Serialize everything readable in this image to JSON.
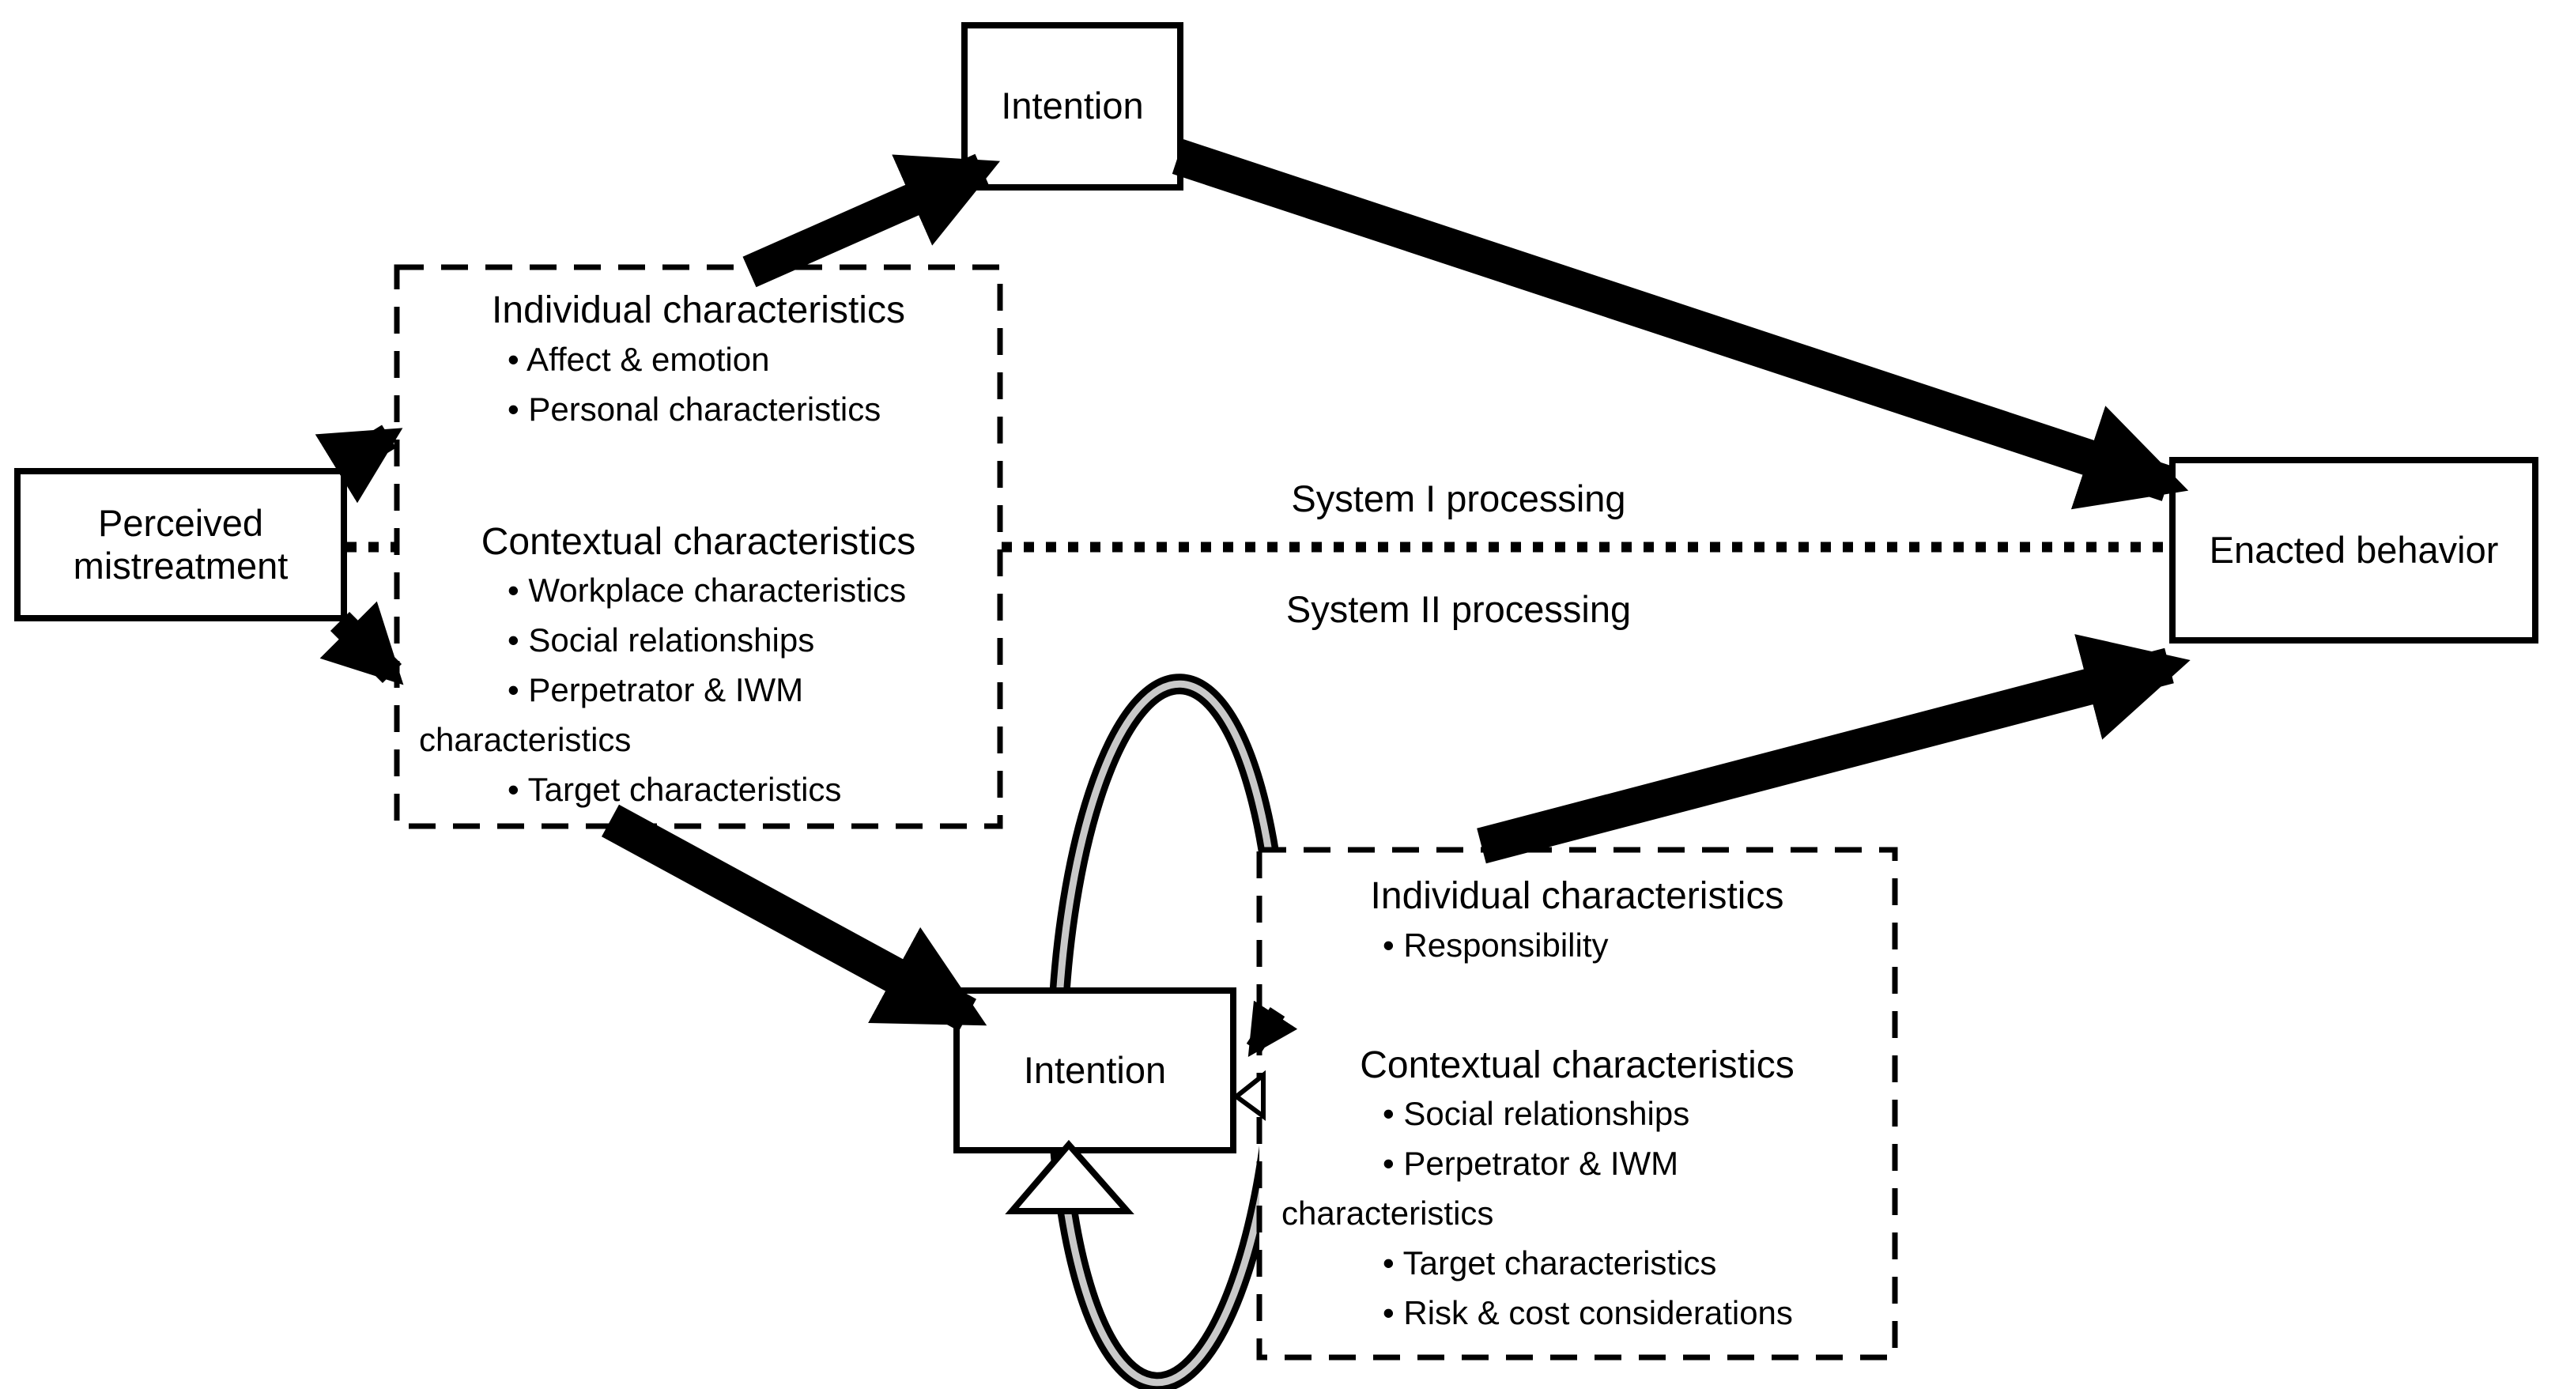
{
  "diagram": {
    "title_semantic": "Dual-process model of responses to perceived mistreatment",
    "colors": {
      "line": "#000000",
      "background": "#ffffff",
      "loop_core": "#c9c9c9"
    },
    "perceived": {
      "label": "Perceived mistreatment"
    },
    "top_intention": {
      "label": "Intention"
    },
    "bottom_intention": {
      "label": "Intention"
    },
    "enacted": {
      "label": "Enacted behavior"
    },
    "divider": {
      "top_label": "System I processing",
      "bottom_label": "System II processing"
    },
    "upper_box": {
      "heading1": "Individual characteristics",
      "bullets1": [
        "• Affect & emotion",
        "• Personal characteristics"
      ],
      "heading2": "Contextual characteristics",
      "bullets2": [
        "• Workplace characteristics",
        "• Social relationships",
        "• Perpetrator & IWM characteristics",
        "• Target characteristics"
      ]
    },
    "lower_box": {
      "heading1": "Individual characteristics",
      "bullets1": [
        "• Responsibility"
      ],
      "heading2": "Contextual characteristics",
      "bullets2": [
        "• Social relationships",
        "• Perpetrator & IWM characteristics",
        "• Target characteristics",
        "• Risk & cost considerations"
      ]
    }
  }
}
